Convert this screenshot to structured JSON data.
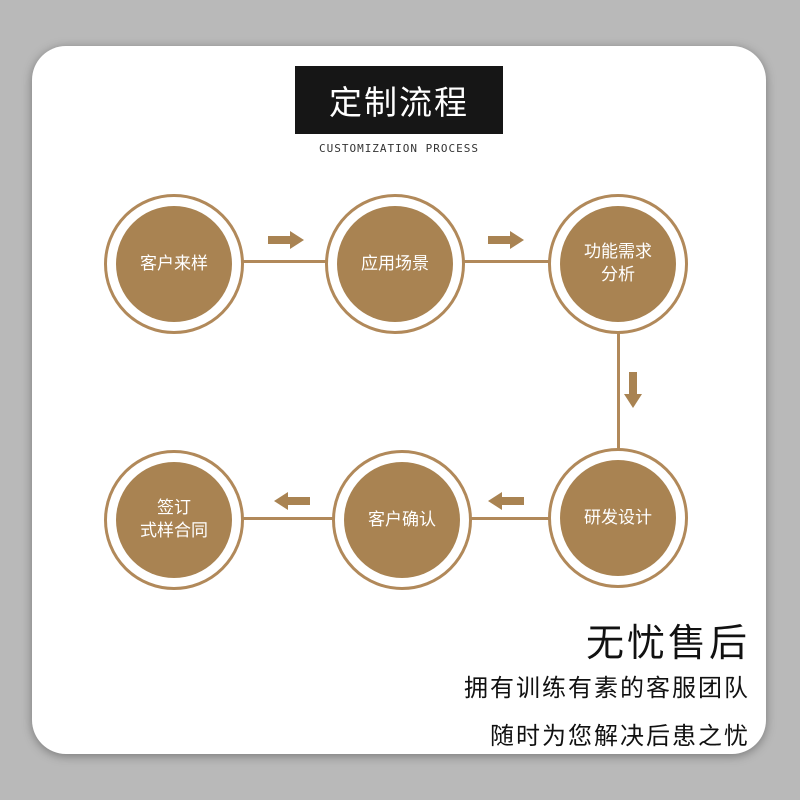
{
  "header": {
    "title": "定制流程",
    "subtitle": "CUSTOMIZATION PROCESS"
  },
  "steps": [
    {
      "label": "客户来样"
    },
    {
      "label": "应用场景"
    },
    {
      "label": "功能需求\n分析"
    },
    {
      "label": "研发设计"
    },
    {
      "label": "客户确认"
    },
    {
      "label": "签订\n式样合同"
    }
  ],
  "footer": {
    "heading": "无忧售后",
    "line1": "拥有训练有素的客服团队",
    "line2": "随时为您解决后患之忧"
  },
  "colors": {
    "accent": "#a98352",
    "line": "#b1895a",
    "title_bg": "#161616",
    "backdrop": "#b9b9b9"
  }
}
